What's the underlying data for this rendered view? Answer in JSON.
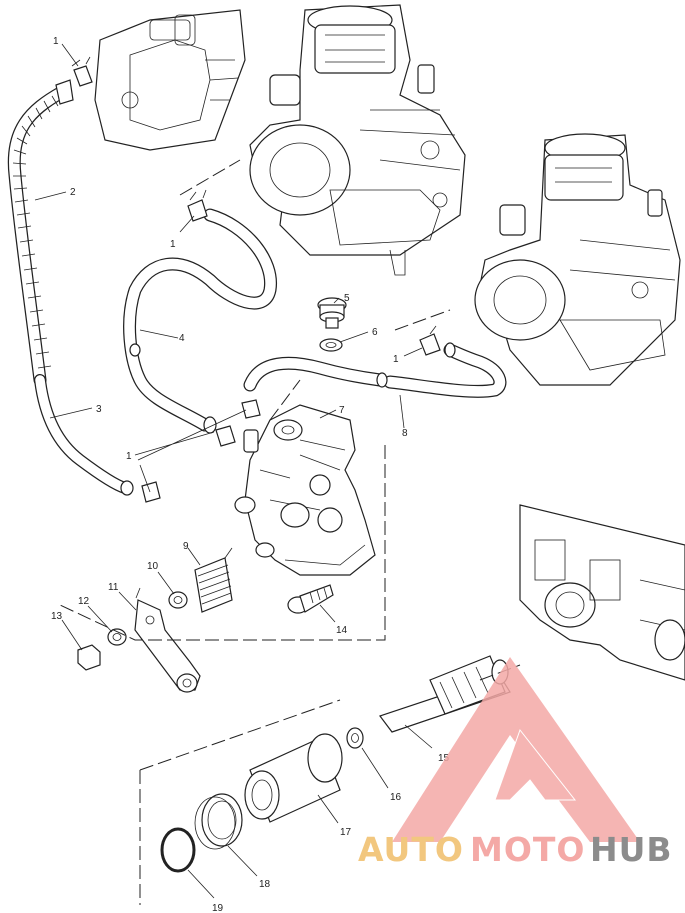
{
  "callouts": {
    "c1a": "1",
    "c1b": "1",
    "c1c": "1",
    "c1d": "1",
    "c2": "2",
    "c3": "3",
    "c4": "4",
    "c5": "5",
    "c6": "6",
    "c7": "7",
    "c8": "8",
    "c9": "9",
    "c10": "10",
    "c11": "11",
    "c12": "12",
    "c13": "13",
    "c14": "14",
    "c15": "15",
    "c16": "16",
    "c17": "17",
    "c18": "18",
    "c19": "19"
  },
  "watermark": {
    "part1": "AUTO",
    "part2": "MOTO",
    "part3": "HUB",
    "color_primary": "#f4a9a6",
    "color_accent": "#f2c77f",
    "color_dark": "#8c8c8c"
  }
}
